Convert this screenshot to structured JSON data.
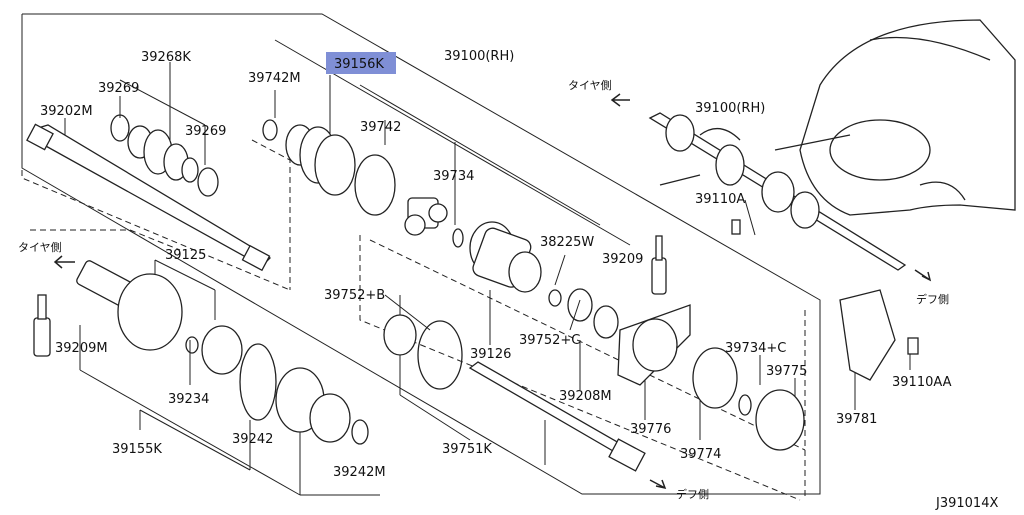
{
  "diagram": {
    "code": "J391014X",
    "labels": {
      "p39268K": "39268K",
      "p39269a": "39269",
      "p39269b": "39269",
      "p39202M": "39202M",
      "p39742M": "39742M",
      "p39156K": "39156K",
      "p39100": "39100(RH)",
      "p39742": "39742",
      "p39734": "39734",
      "p38225W": "38225W",
      "p39209a": "39209",
      "p39125": "39125",
      "p39752B": "39752+B",
      "p39752C": "39752+C",
      "p39126": "39126",
      "p39209M": "39209M",
      "p39234": "39234",
      "p39242": "39242",
      "p39155K": "39155K",
      "p39242M": "39242M",
      "p39751K": "39751K",
      "p39208M": "39208M",
      "p39776": "39776",
      "p39774": "39774",
      "p39734C": "39734+C",
      "p39775": "39775",
      "p39781": "39781",
      "p39110A": "39110A",
      "p39110AA": "39110AA",
      "p39100b": "39100(RH)"
    },
    "directions": {
      "tire_side": "タイヤ側",
      "diff_side": "デフ側"
    }
  }
}
